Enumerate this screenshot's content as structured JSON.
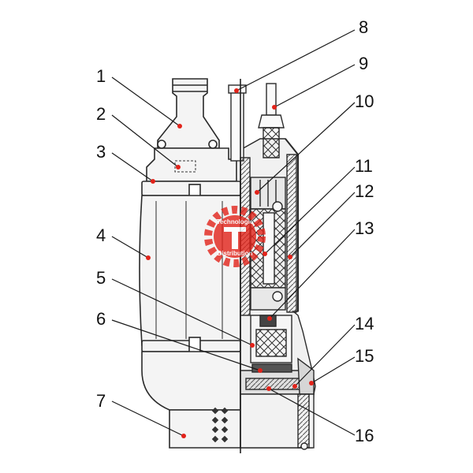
{
  "callouts": [
    {
      "label": "1"
    },
    {
      "label": "2"
    },
    {
      "label": "3"
    },
    {
      "label": "4"
    },
    {
      "label": "5"
    },
    {
      "label": "6"
    },
    {
      "label": "7"
    },
    {
      "label": "8"
    },
    {
      "label": "9"
    },
    {
      "label": "10"
    },
    {
      "label": "11"
    },
    {
      "label": "12"
    },
    {
      "label": "13"
    },
    {
      "label": "14"
    },
    {
      "label": "15"
    },
    {
      "label": "16"
    }
  ],
  "watermark": {
    "text_top": "Technologie",
    "text_bottom": "Distribution",
    "color": "#e2231a"
  },
  "colors": {
    "outline": "#2a2a2a",
    "body_fill": "#f4f4f4",
    "shade": "#d8d8d8",
    "dot": "#e2231a"
  }
}
